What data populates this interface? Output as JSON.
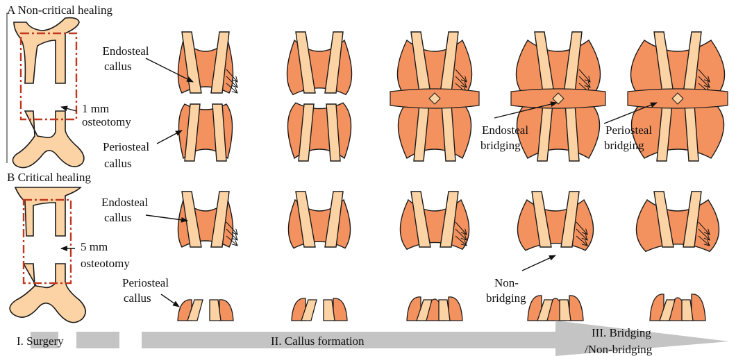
{
  "colors": {
    "bone_fill": "#fcd3a4",
    "callus_fill": "#f4925f",
    "outline": "#1a1a1a",
    "dash_box": "#c0391f",
    "timeline_grey": "#c4c4c4"
  },
  "panel_a": {
    "title": "A Non-critical healing",
    "labels": {
      "endosteal_callus_1": "Endosteal",
      "endosteal_callus_2": "callus",
      "osteotomy_1": "1 mm",
      "osteotomy_2": "osteotomy",
      "periosteal_callus_1": "Periosteal",
      "periosteal_callus_2": "callus",
      "endosteal_bridging_1": "Endosteal",
      "endosteal_bridging_2": "bridging",
      "periosteal_bridging_1": "Periosteal",
      "periosteal_bridging_2": "bridging"
    }
  },
  "panel_b": {
    "title": "B Critical healing",
    "labels": {
      "endosteal_callus_1": "Endosteal",
      "endosteal_callus_2": "callus",
      "osteotomy_1": "5 mm",
      "osteotomy_2": "osteotomy",
      "periosteal_callus_1": "Periosteal",
      "periosteal_callus_2": "callus",
      "non_bridging_1": "Non-",
      "non_bridging_2": "bridging"
    }
  },
  "timeline": {
    "surgery": "I. Surgery",
    "callus_formation": "II. Callus formation",
    "bridging_1": "III. Bridging",
    "bridging_2": "/Non-bridging"
  }
}
